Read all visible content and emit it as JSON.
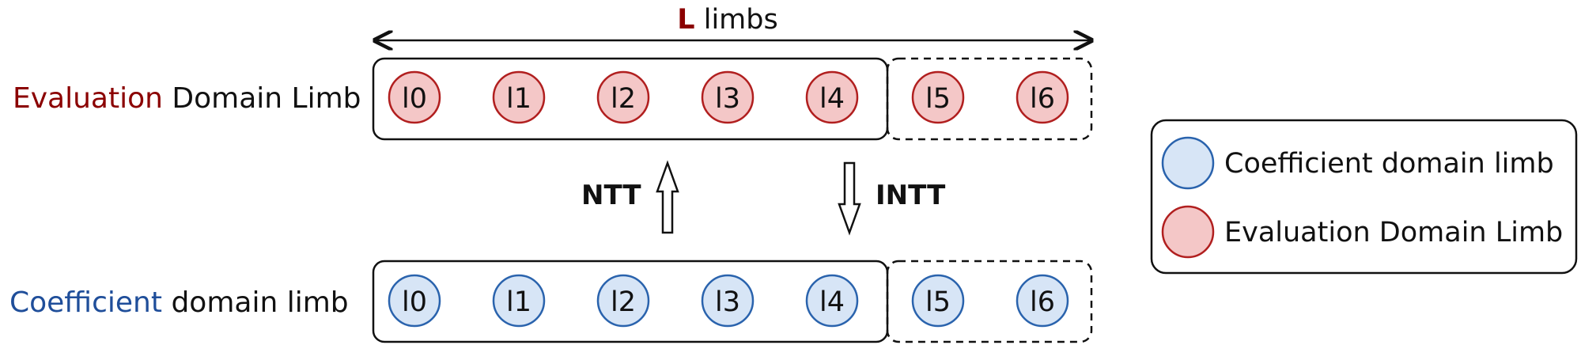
{
  "top_span": {
    "highlight": "L",
    "text": " limbs"
  },
  "rows": {
    "evaluation": {
      "label_highlight": "Evaluation",
      "label_rest": " Domain Limb"
    },
    "coefficient": {
      "label_highlight": "Coefficient",
      "label_rest": " domain limb"
    }
  },
  "limbs": [
    "l0",
    "l1",
    "l2",
    "l3",
    "l4",
    "l5",
    "l6"
  ],
  "transforms": {
    "forward": "NTT",
    "inverse": "INTT"
  },
  "legend": {
    "items": [
      {
        "label": "Coefficient domain limb",
        "kind": "coefficient"
      },
      {
        "label": "Evaluation Domain Limb",
        "kind": "evaluation"
      }
    ]
  },
  "colors": {
    "evaluation_text": "#8b0000",
    "coefficient_text": "#1f4e9a",
    "evaluation_fill": "#f4c7c7",
    "evaluation_stroke": "#b11f1f",
    "coefficient_fill": "#d7e5f6",
    "coefficient_stroke": "#2a63ad",
    "stroke": "#111111"
  }
}
